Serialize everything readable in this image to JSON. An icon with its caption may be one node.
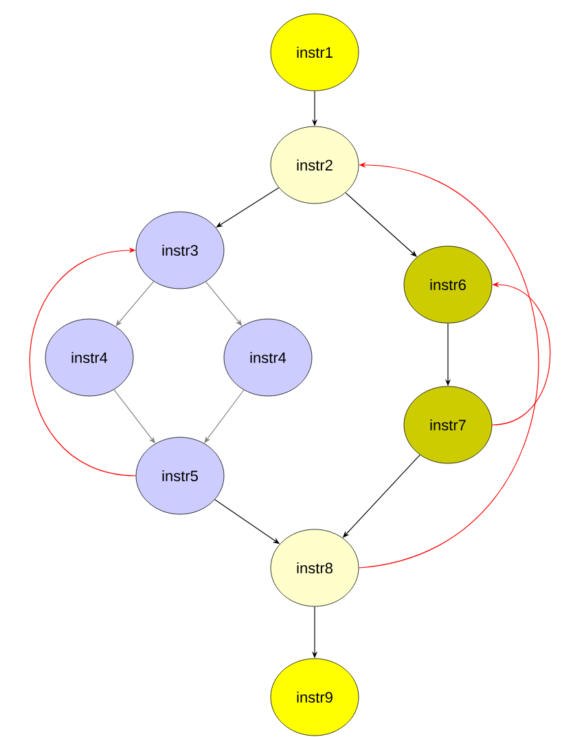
{
  "diagram": {
    "nodes": [
      {
        "text": [
          "instr1"
        ]
      },
      {
        "text": [
          "instr2"
        ]
      },
      {
        "text": [
          "instr3"
        ]
      },
      {
        "text": [
          "instr4"
        ]
      },
      {
        "text": [
          "instr4"
        ]
      },
      {
        "text": [
          "instr5"
        ]
      },
      {
        "text": [
          "instr6"
        ]
      },
      {
        "text": [
          "instr7"
        ]
      },
      {
        "text": [
          "instr8"
        ]
      },
      {
        "text": [
          "instr9"
        ]
      }
    ],
    "edges": [
      {
        "from": 0,
        "to": 1,
        "arrow": "to"
      },
      {
        "from": 1,
        "to": 2,
        "arrow": "to"
      },
      {
        "from": 1,
        "to": 6,
        "arrow": "to"
      },
      {
        "from": 2,
        "to": 3,
        "arrow": "to",
        "color": "#808080"
      },
      {
        "from": 2,
        "to": 4,
        "arrow": "to",
        "color": "#808080"
      },
      {
        "from": 3,
        "to": 5,
        "arrow": "to",
        "color": "#808080"
      },
      {
        "from": 4,
        "to": 5,
        "arrow": "to",
        "color": "#808080"
      },
      {
        "from": 5,
        "to": 8,
        "arrow": "to"
      },
      {
        "from": 6,
        "to": 7,
        "arrow": "to"
      },
      {
        "from": 7,
        "to": 8,
        "arrow": "to"
      },
      {
        "from": 8,
        "to": 9,
        "arrow": "to"
      },
      {
        "from": 5,
        "to": 2,
        "arrow": "to",
        "color": "#ff0000"
      },
      {
        "from": 7,
        "to": 6,
        "arrow": "to",
        "color": "#ff0000"
      },
      {
        "from": 8,
        "to": 1,
        "arrow": "to",
        "color": "#ff0000"
      }
    ]
  }
}
